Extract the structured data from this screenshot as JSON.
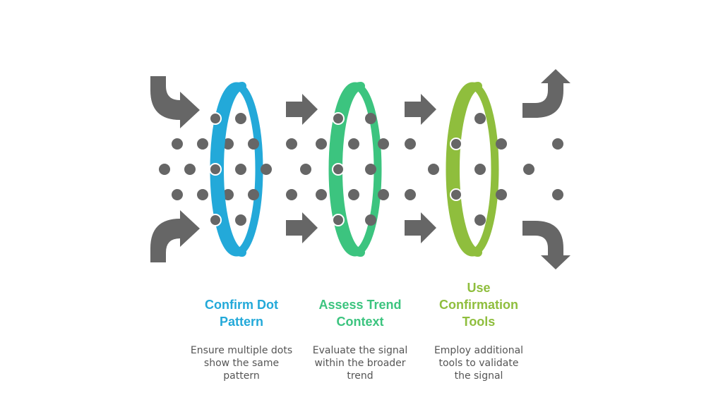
{
  "colors": {
    "stage1": "#23A9D9",
    "stage2": "#3CC47F",
    "stage3": "#8FBE3D",
    "dot": "#666666",
    "arrow": "#666666"
  },
  "stages": [
    {
      "title": "Confirm Dot Pattern",
      "description": "Ensure multiple dots show the same pattern"
    },
    {
      "title": "Assess Trend Context",
      "description": "Evaluate the signal within the broader trend"
    },
    {
      "title": "Use Confirmation Tools",
      "description": "Employ additional tools to validate the signal"
    }
  ],
  "icons": {
    "curve_arrow": "curved-arrow-icon",
    "straight_arrow": "right-arrow-icon"
  }
}
